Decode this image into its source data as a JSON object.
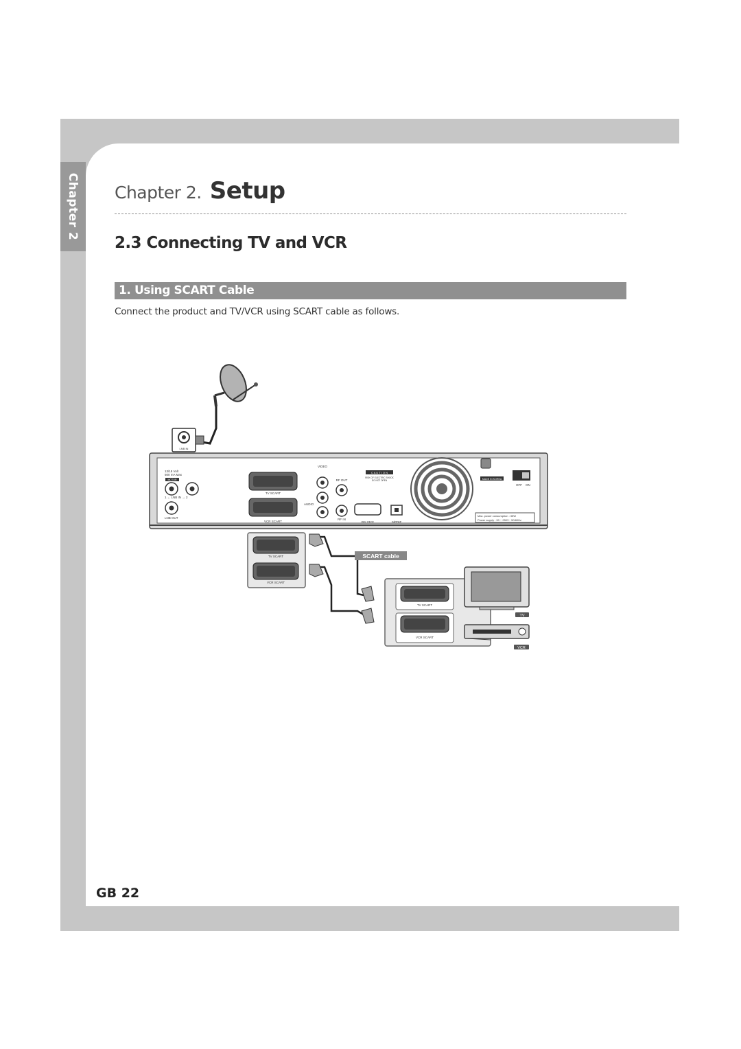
{
  "side_tab": {
    "label": "Chapter 2"
  },
  "header": {
    "chapter_number": "Chapter 2.",
    "chapter_name": "Setup"
  },
  "section": {
    "title": "2.3 Connecting TV and VCR"
  },
  "subsection": {
    "title": "1. Using SCART Cable",
    "description": "Connect the product and TV/VCR using SCART cable as follows."
  },
  "diagram": {
    "wall_jack_label": "LNB IN",
    "receiver": {
      "lnb_power_line1": "13/18 Volt",
      "lnb_power_line2": "500 mA Max",
      "motor_badge": "MOTOR",
      "lnb_in_label": "1 ← LNB IN → 2",
      "lnb_out_label": "LNB OUT",
      "tv_scart_label": "TV SCART",
      "vcr_scart_label": "VCR SCART",
      "video_label": "VIDEO",
      "audio_label": "AUDIO",
      "rf_out_label": "RF OUT",
      "rf_in_label": "RF IN",
      "rs232c_label": "RS 232C",
      "spdif_label": "S/PDIF",
      "caution_label": "C A U T I O N",
      "caution_text_line1": "RISK OF ELECTRIC SHOCK",
      "caution_text_line2": "DO NOT OPEN",
      "made_in_label": "MADE IN KOREA",
      "switch_off_label": "OFF",
      "switch_on_label": "ON",
      "power_consumption": "Max. power consumption : 35W",
      "power_supply": "Power supply : 90 ~ 250V~ 50/60Hz"
    },
    "box1": {
      "tv_scart_label": "TV SCART",
      "vcr_scart_label": "VCR SCART"
    },
    "cable_label": "SCART cable",
    "box2": {
      "tv_scart_label": "TV SCART",
      "vcr_scart_label": "VCR SCART"
    },
    "tv_label": "TV",
    "vcr_label": "VCR"
  },
  "footer": {
    "page_number": "GB 22"
  },
  "colors": {
    "frame_gray": "#c6c6c6",
    "tab_gray": "#999999",
    "subsection_bar": "#909090",
    "text_dark": "#333333"
  }
}
